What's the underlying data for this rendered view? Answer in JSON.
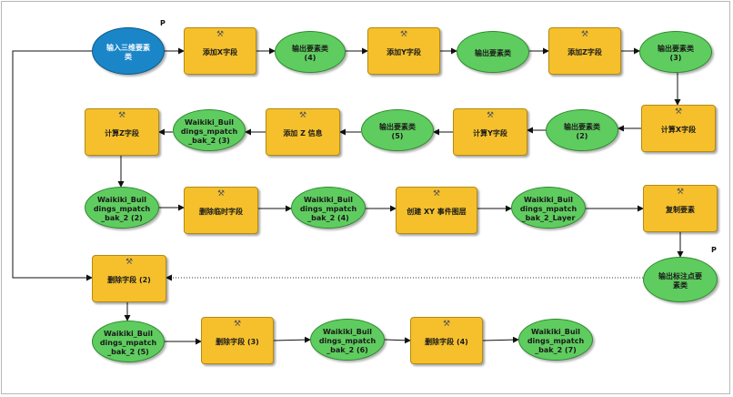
{
  "nodes": [
    {
      "id": "n1",
      "type": "input",
      "name": "input-node-3d-features",
      "label": "输入三维要素\n类"
    },
    {
      "id": "n2",
      "type": "tool",
      "name": "tool-add-x-field",
      "label": "添加X字段"
    },
    {
      "id": "n3",
      "type": "data",
      "name": "data-output-features-4",
      "label": "输出要素类\n(4)"
    },
    {
      "id": "n4",
      "type": "tool",
      "name": "tool-add-y-field",
      "label": "添加Y字段"
    },
    {
      "id": "n5",
      "type": "data",
      "name": "data-output-features",
      "label": "输出要素类"
    },
    {
      "id": "n6",
      "type": "tool",
      "name": "tool-add-z-field",
      "label": "添加Z字段"
    },
    {
      "id": "n7",
      "type": "data",
      "name": "data-output-features-3",
      "label": "输出要素类\n(3)"
    },
    {
      "id": "n8",
      "type": "tool",
      "name": "tool-calc-x-field",
      "label": "计算X字段"
    },
    {
      "id": "n9",
      "type": "data",
      "name": "data-output-features-2",
      "label": "输出要素类\n(2)"
    },
    {
      "id": "n10",
      "type": "tool",
      "name": "tool-calc-y-field",
      "label": "计算Y字段"
    },
    {
      "id": "n11",
      "type": "data",
      "name": "data-output-features-5",
      "label": "输出要素类\n(5)"
    },
    {
      "id": "n12",
      "type": "tool",
      "name": "tool-add-z-info",
      "label": "添加 Z 信息"
    },
    {
      "id": "n13",
      "type": "data",
      "name": "data-waikiki-bak2-3",
      "label": "Waikiki_Buil\ndings_mpatch\n_bak_2 (3)"
    },
    {
      "id": "n14",
      "type": "tool",
      "name": "tool-calc-z-field",
      "label": "计算Z字段"
    },
    {
      "id": "n15",
      "type": "data",
      "name": "data-waikiki-bak2-2",
      "label": "Waikiki_Buil\ndings_mpatch\n_bak_2 (2)"
    },
    {
      "id": "n16",
      "type": "tool",
      "name": "tool-delete-temp-field",
      "label": "删除临时字段"
    },
    {
      "id": "n17",
      "type": "data",
      "name": "data-waikiki-bak2-4",
      "label": "Waikiki_Buil\ndings_mpatch\n_bak_2 (4)"
    },
    {
      "id": "n18",
      "type": "tool",
      "name": "tool-make-xy-event-layer",
      "label": "创建 XY 事件图层"
    },
    {
      "id": "n19",
      "type": "data",
      "name": "data-waikiki-bak2-layer",
      "label": "Waikiki_Buil\ndings_mpatch\n_bak_2_Layer"
    },
    {
      "id": "n20",
      "type": "tool",
      "name": "tool-copy-features",
      "label": "复制要素"
    },
    {
      "id": "n21",
      "type": "data",
      "name": "data-output-label-points",
      "label": "输出标注点要\n素类"
    },
    {
      "id": "n22",
      "type": "tool",
      "name": "tool-delete-field-2",
      "label": "删除字段 (2)"
    },
    {
      "id": "n23",
      "type": "data",
      "name": "data-waikiki-bak2-5",
      "label": "Waikiki_Buil\ndings_mpatch\n_bak_2 (5)"
    },
    {
      "id": "n24",
      "type": "tool",
      "name": "tool-delete-field-3",
      "label": "删除字段 (3)"
    },
    {
      "id": "n25",
      "type": "data",
      "name": "data-waikiki-bak2-6",
      "label": "Waikiki_Buil\ndings_mpatch\n_bak_2 (6)"
    },
    {
      "id": "n26",
      "type": "tool",
      "name": "tool-delete-field-4",
      "label": "删除字段 (4)"
    },
    {
      "id": "n27",
      "type": "data",
      "name": "data-waikiki-bak2-7",
      "label": "Waikiki_Buil\ndings_mpatch\n_bak_2 (7)"
    }
  ],
  "param_marks": [
    {
      "name": "param-marker-input",
      "label": "P"
    },
    {
      "name": "param-marker-output",
      "label": "P"
    }
  ],
  "colors": {
    "tool_fill": "#f5c02c",
    "data_fill": "#5fcc5f",
    "input_fill": "#1a86c8",
    "connector": "#111111"
  },
  "icons": {
    "tool": "hammer-icon"
  }
}
